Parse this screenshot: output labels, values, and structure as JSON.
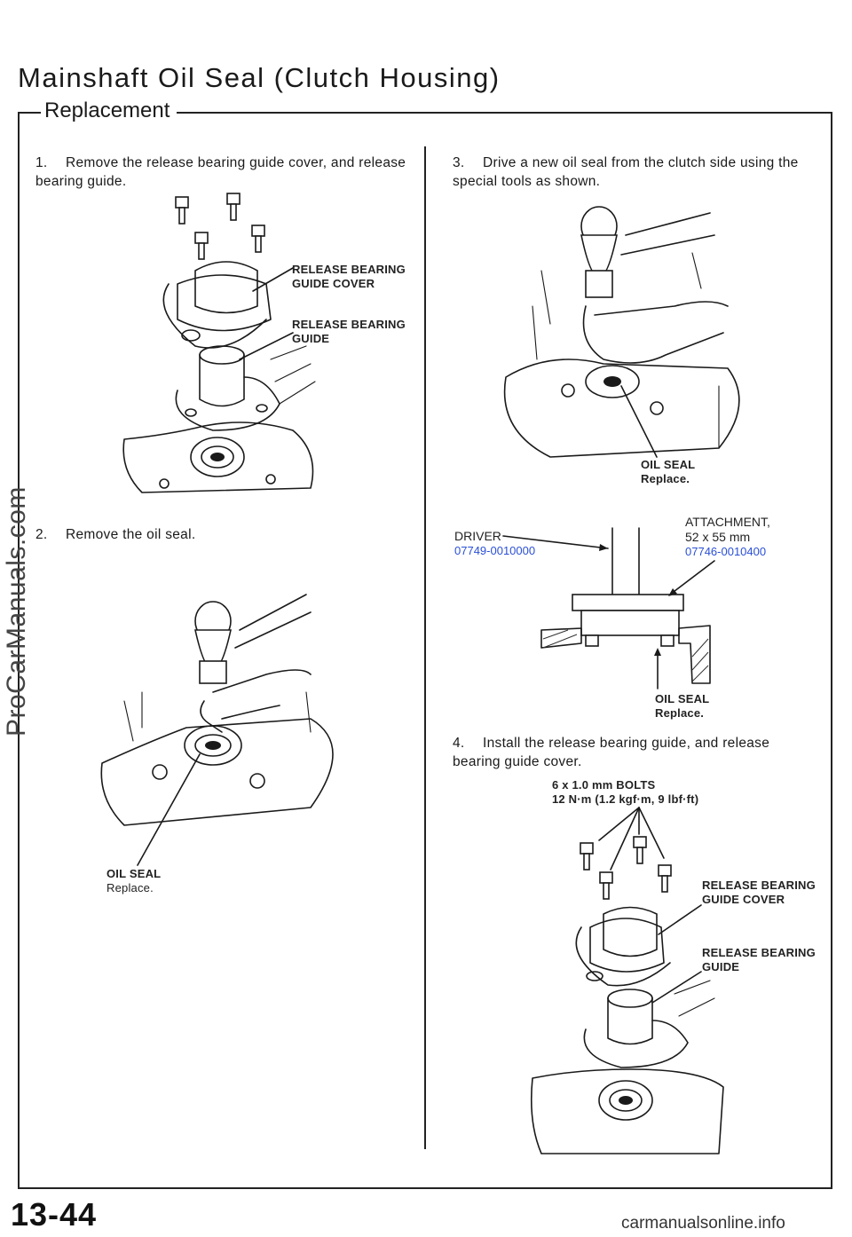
{
  "header": {
    "title": "Mainshaft Oil Seal (Clutch Housing)",
    "section": "Replacement"
  },
  "steps": [
    {
      "num": "1.",
      "text": "Remove the release bearing guide cover, and release bearing guide."
    },
    {
      "num": "2.",
      "text": "Remove the oil seal."
    },
    {
      "num": "3.",
      "text": "Drive a new oil seal from the clutch side using the special tools as shown."
    },
    {
      "num": "4.",
      "text": "Install the release bearing guide, and release bearing guide cover."
    }
  ],
  "fig1": {
    "cover_label": [
      "RELEASE BEARING",
      "GUIDE COVER"
    ],
    "guide_label": [
      "RELEASE BEARING",
      "GUIDE"
    ]
  },
  "fig2": {
    "seal_label": "OIL SEAL",
    "seal_note": "Replace."
  },
  "fig3": {
    "seal_label": "OIL SEAL",
    "seal_note": "Replace."
  },
  "fig4": {
    "driver_label": "DRIVER",
    "driver_part": "07749-0010000",
    "attachment_label": "ATTACHMENT,",
    "attachment_size": "52 x 55 mm",
    "attachment_part": "07746-0010400",
    "seal_label": "OIL SEAL",
    "seal_note": "Replace."
  },
  "fig5": {
    "bolts_label": "6 x 1.0 mm BOLTS",
    "torque": "12 N·m (1.2 kgf·m, 9 lbf·ft)",
    "cover_label": [
      "RELEASE BEARING",
      "GUIDE COVER"
    ],
    "guide_label": [
      "RELEASE BEARING",
      "GUIDE"
    ]
  },
  "footer": {
    "page_number": "13-44",
    "watermark": "ProCarManuals.com",
    "site": "carmanualsonline.info"
  }
}
